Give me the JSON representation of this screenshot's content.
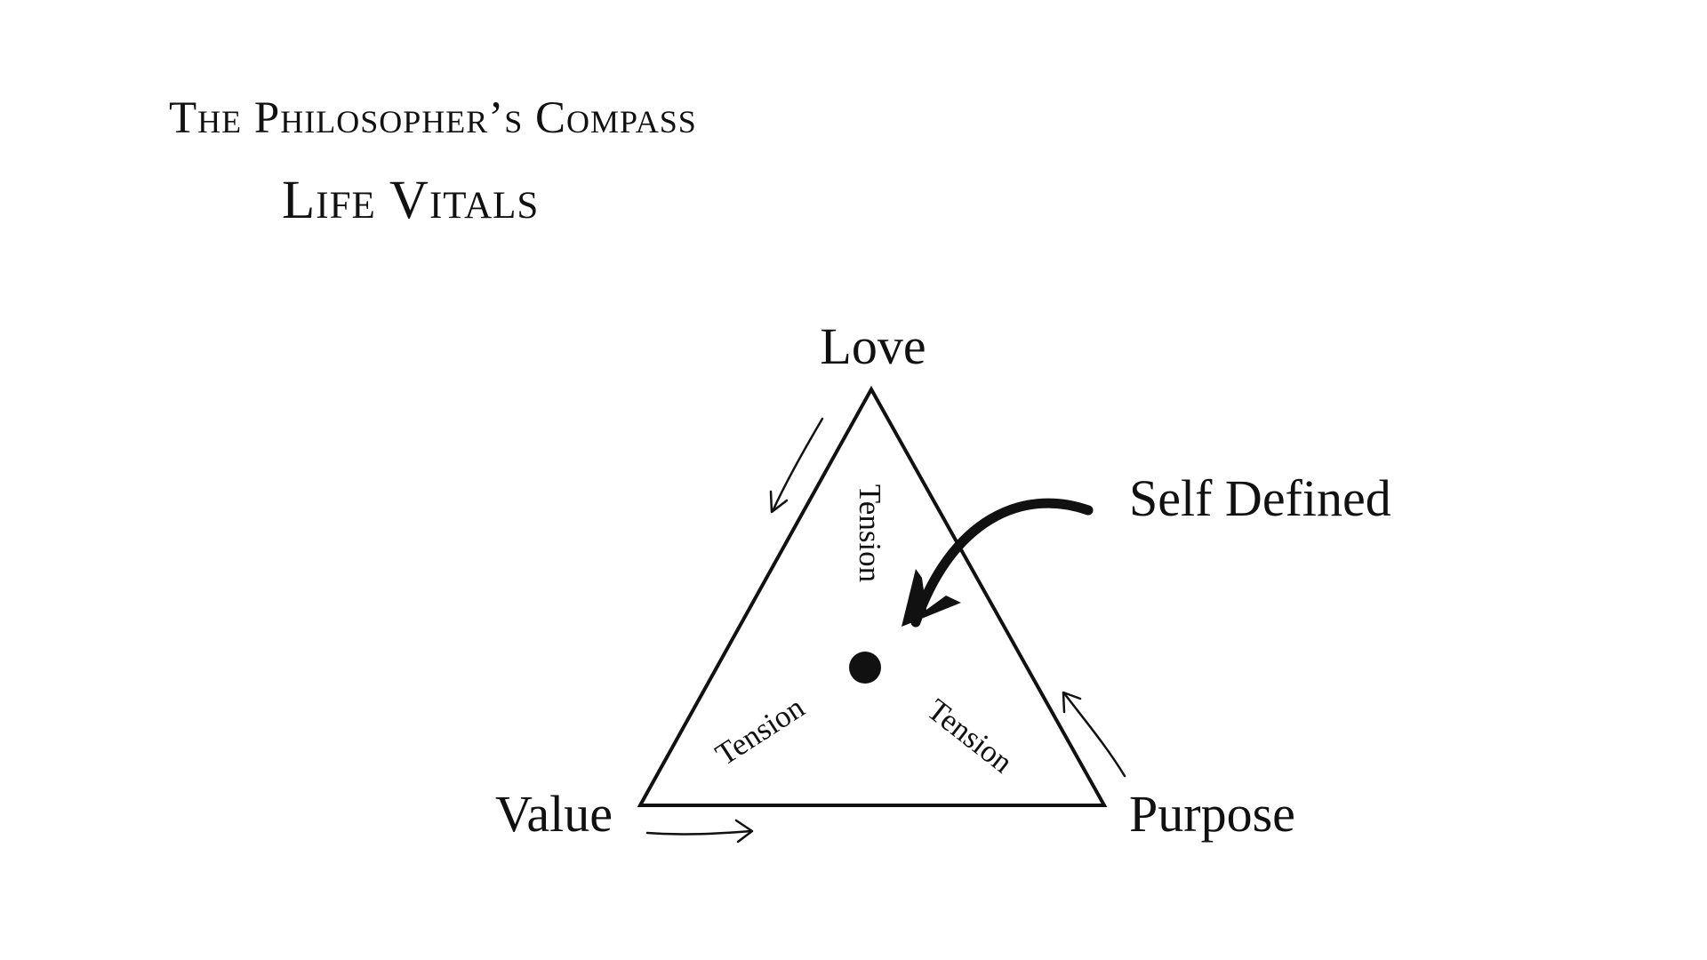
{
  "header": {
    "title": "The Philosopher’s Compass",
    "subtitle": "Life Vitals"
  },
  "diagram": {
    "vertices": {
      "top": "Love",
      "left": "Value",
      "right": "Purpose"
    },
    "edge_labels": {
      "left_edge": "Tension",
      "right_edge": "Tension",
      "bottom_edge": "Tension"
    },
    "callout": "Self Defined"
  }
}
